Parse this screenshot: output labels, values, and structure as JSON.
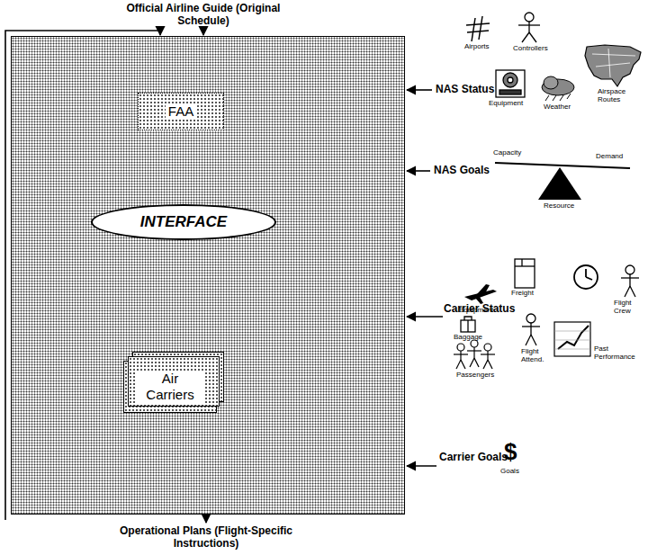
{
  "diagram": {
    "nodes": [
      {
        "text": []
      },
      {
        "text": [
          "FAA"
        ],
        "in": 0
      },
      {
        "text": [
          "INTERFACE"
        ],
        "in": 0
      },
      {
        "text": [
          "Air Carriers"
        ],
        "in": 0
      },
      {
        "text": [
          "Official Airline Guide (Original Schedule)"
        ]
      },
      {
        "text": [
          "Operational Plans (Flight-Specific Instructions)"
        ]
      }
    ],
    "edges": [
      {
        "from": 4,
        "to": 0,
        "arrow": "to"
      },
      {
        "from": 0,
        "to": 5,
        "arrow": "to"
      }
    ],
    "labels": [
      "NAS Status",
      "Airports",
      "Controllers",
      "Equipment",
      "Weather",
      "Airspace Routes",
      "NAS Goals",
      "Capacity",
      "Demand",
      "Resource",
      "Carrier Status",
      "Equipment",
      "Freight",
      "Baggage",
      "Flight Crew",
      "Flight Attend.",
      "Past Performance",
      "Passengers",
      "Carrier Goals",
      "$",
      "Goals"
    ]
  }
}
